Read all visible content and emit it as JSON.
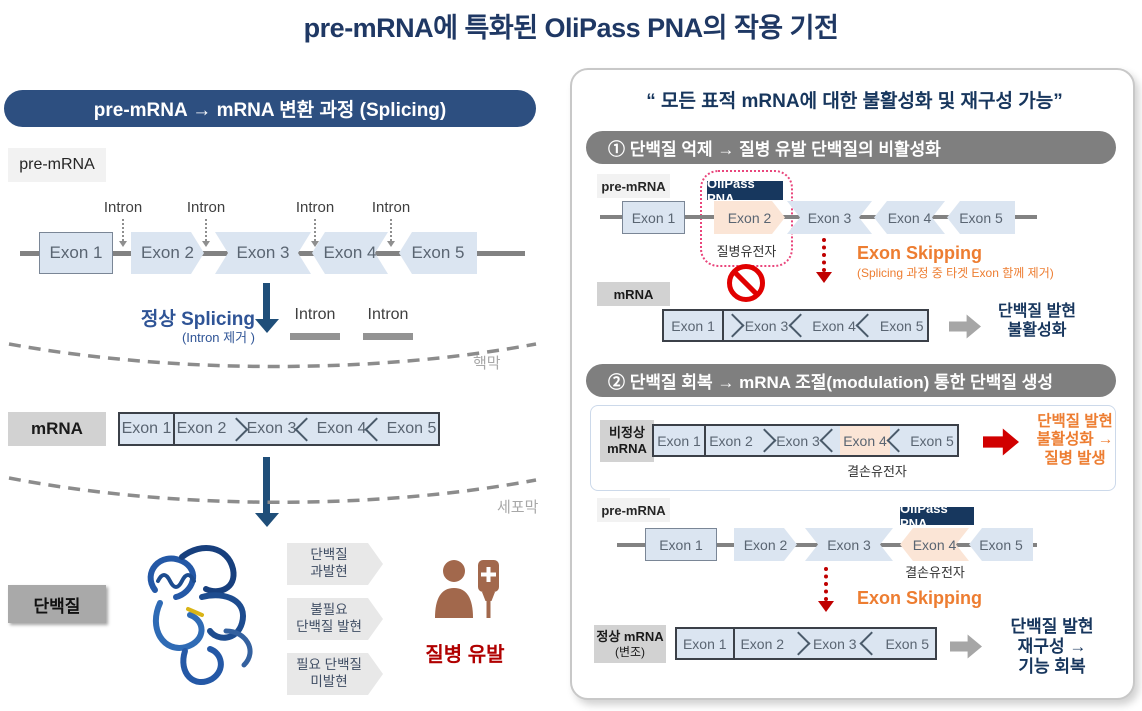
{
  "title": "pre-mRNA에 특화된 OliPass PNA의 작용 기전",
  "accents": {
    "navy": "#1f3864",
    "orange": "#ed7d31",
    "red": "#c00000",
    "exon_blue": "#dbe5f1",
    "peach": "#fbe5d6"
  },
  "left": {
    "header": "pre-mRNA → mRNA 변환 과정 (Splicing)",
    "premrna_label": "pre-mRNA",
    "introns": [
      "Intron",
      "Intron",
      "Intron",
      "Intron"
    ],
    "premrna_exons": [
      "Exon 1",
      "Exon 2",
      "Exon 3",
      "Exon 4",
      "Exon 5"
    ],
    "splicing_title": "정상 Splicing",
    "splicing_sub": "(Intron 제거 )",
    "legend_introns": [
      "Intron",
      "Intron"
    ],
    "nuclear_membrane_label": "핵막",
    "mrna_label": "mRNA",
    "mrna_exons": [
      "Exon 1",
      "Exon 2",
      "Exon 3",
      "Exon 4",
      "Exon 5"
    ],
    "cell_membrane_label": "세포막",
    "protein_label": "단백질",
    "outcome_arrows": [
      {
        "line1": "단백질",
        "line2": "과발현"
      },
      {
        "line1": "불필요",
        "line2": "단백질 발현"
      },
      {
        "line1": "필요 단백질",
        "line2": "미발현"
      }
    ],
    "disease_label": "질병 유발"
  },
  "right": {
    "quote": "“ 모든 표적 mRNA에 대한 불활성화 및 재구성 가능”",
    "section1": {
      "title": "① 단백질 억제 → 질병 유발 단백질의 비활성화",
      "premrna_label": "pre-mRNA",
      "olipass_badge": "OliPass PNA",
      "premrna_exons": [
        "Exon 1",
        "Exon 2",
        "Exon 3",
        "Exon 4",
        "Exon 5"
      ],
      "disease_gene_label": "질병유전자",
      "exon_skipping": "Exon Skipping",
      "exon_skipping_sub": "(Splicing 과정 중 타겟 Exon 함께 제거)",
      "mrna_label": "mRNA",
      "mrna_exons": [
        "Exon 1",
        "Exon 3",
        "Exon 4",
        "Exon 5"
      ],
      "result": {
        "line1": "단백질 발현",
        "line2": "불활성화"
      }
    },
    "section2": {
      "title": "② 단백질 회복 → mRNA 조절(modulation) 통한 단백질 생성",
      "abnormal_mrna_label": {
        "line1": "비정상",
        "line2": "mRNA"
      },
      "abnormal_exons": [
        "Exon 1",
        "Exon 2",
        "Exon 3",
        "Exon 4",
        "Exon 5"
      ],
      "defective_gene_label": "결손유전자",
      "abnormal_result": {
        "line1": "단백질 발현",
        "line2": "불활성화 →",
        "line3": "질병 발생"
      },
      "premrna_label": "pre-mRNA",
      "olipass_badge": "OliPass PNA",
      "premrna_exons": [
        "Exon 1",
        "Exon 2",
        "Exon 3",
        "Exon 4",
        "Exon 5"
      ],
      "defective_gene_label2": "결손유전자",
      "exon_skipping": "Exon Skipping",
      "normal_mrna_label": {
        "line1": "정상 mRNA",
        "line2": "(변조)"
      },
      "normal_exons": [
        "Exon 1",
        "Exon 2",
        "Exon 3",
        "Exon 5"
      ],
      "result": {
        "line1": "단백질 발현",
        "line2": "재구성 →",
        "line3": "기능 회복"
      }
    }
  }
}
